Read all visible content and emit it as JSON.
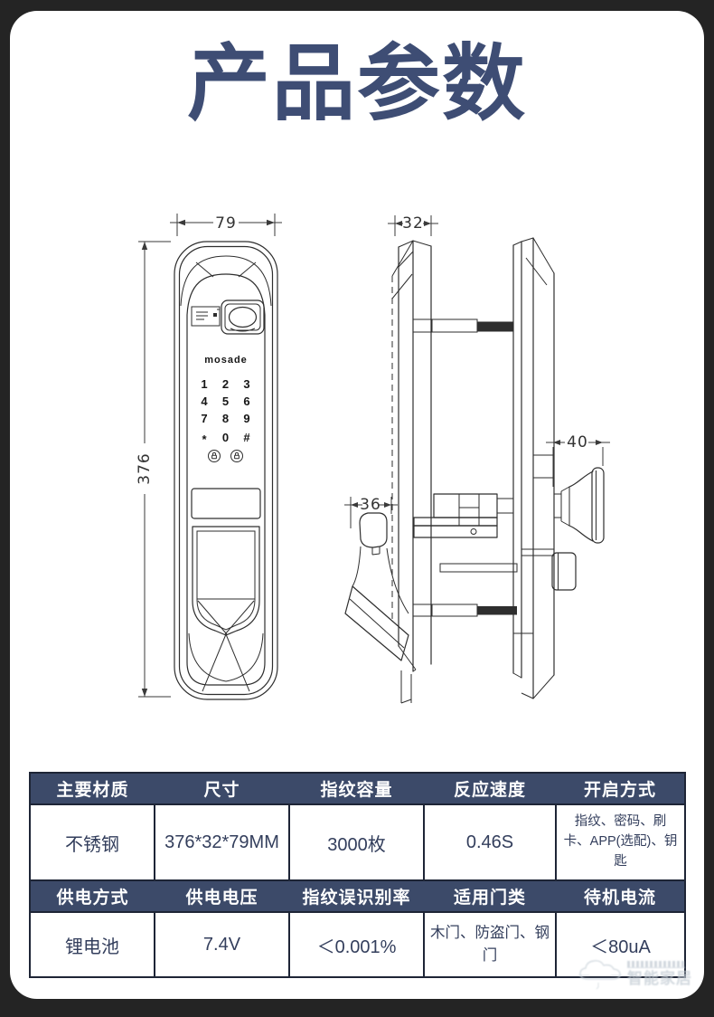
{
  "page": {
    "title": "产品参数",
    "background_color": "#242424",
    "card_color": "#ffffff",
    "accent_color": "#3e4d74"
  },
  "drawing": {
    "brand": "mosade",
    "keypad_keys": [
      "1",
      "2",
      "3",
      "4",
      "5",
      "6",
      "7",
      "8",
      "9",
      "*",
      "0",
      "#"
    ],
    "dimensions": {
      "front_width": "79",
      "front_height": "376",
      "body_depth": "32",
      "handle_depth": "36",
      "knob_depth": "40"
    }
  },
  "table": {
    "header_bg": "#3c4a69",
    "border_color": "#1e2536",
    "rows": [
      {
        "headers": [
          "主要材质",
          "尺寸",
          "指纹容量",
          "反应速度",
          "开启方式"
        ],
        "values": [
          "不锈钢",
          "376*32*79MM",
          "3000枚",
          "0.46S",
          "指纹、密码、刷卡、APP(选配)、钥匙"
        ]
      },
      {
        "headers": [
          "供电方式",
          "供电电压",
          "指纹误识别率",
          "适用门类",
          "待机电流"
        ],
        "values": [
          "锂电池",
          "7.4V",
          "＜0.001%",
          "木门、防盗门、钢门",
          "＜80uA"
        ]
      }
    ]
  },
  "watermark": {
    "text": "智能家居"
  }
}
